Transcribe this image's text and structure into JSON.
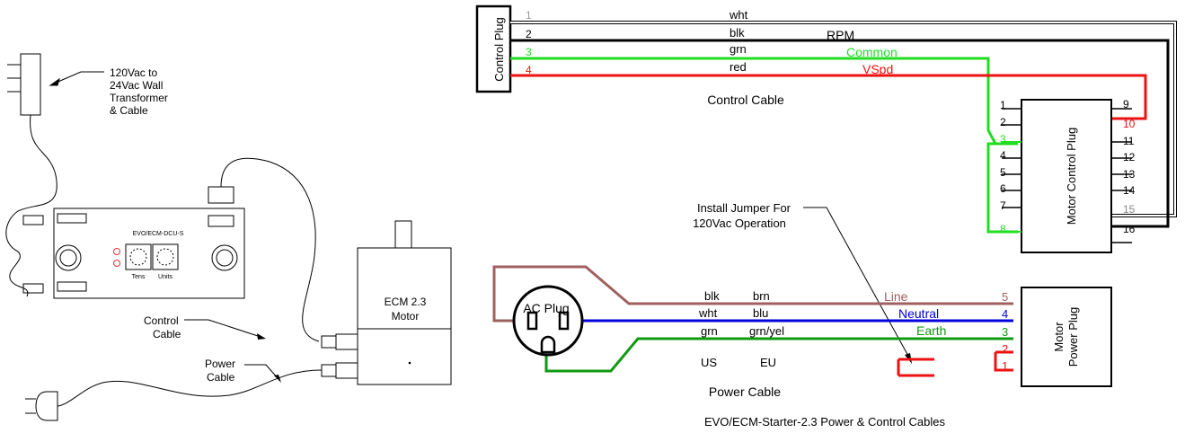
{
  "left_panel": {
    "transformer_label": [
      "120Vac to",
      "24Vac Wall",
      "Transformer",
      "& Cable"
    ],
    "dcu_title": "EVO/ECM-DCU-S",
    "dial_tens": "Tens",
    "dial_units": "Units",
    "motor_label": [
      "ECM 2.3",
      "Motor"
    ],
    "control_cable_label": [
      "Control",
      "Cable"
    ],
    "power_cable_label": [
      "Power",
      "Cable"
    ]
  },
  "control_section": {
    "plug_label": "Control Plug",
    "pin_numbers": [
      "1",
      "2",
      "3",
      "4"
    ],
    "wire_colors": [
      "wht",
      "blk",
      "grn",
      "red"
    ],
    "signals": {
      "rpm": "RPM",
      "common": "Common",
      "vspd": "VSpd"
    },
    "cable_label": "Control Cable",
    "motor_plug_label": "Motor Control Plug",
    "left_pins": [
      "1",
      "2",
      "3",
      "4",
      "5",
      "6",
      "7",
      "8"
    ],
    "right_pins": [
      "9",
      "10",
      "11",
      "12",
      "13",
      "14",
      "15",
      "16"
    ]
  },
  "power_section": {
    "jumper_note": [
      "Install Jumper For",
      "120Vac Operation"
    ],
    "ac_plug_label": "AC Plug",
    "us_colors": [
      "blk",
      "wht",
      "grn"
    ],
    "eu_colors": [
      "brn",
      "blu",
      "grn/yel"
    ],
    "us_label": "US",
    "eu_label": "EU",
    "signals": [
      "Line",
      "Neutral",
      "Earth"
    ],
    "pins": [
      "5",
      "4",
      "3",
      "2",
      "1"
    ],
    "motor_plug_label": [
      "Motor",
      "Power Plug"
    ],
    "cable_label": "Power Cable"
  },
  "caption": "EVO/ECM-Starter-2.3 Power & Control Cables",
  "colors": {
    "green": "#22dd22",
    "red": "#ee1111",
    "brown": "#a06060",
    "blue": "#0000dd",
    "earth_green": "#119911",
    "black": "#000000"
  }
}
